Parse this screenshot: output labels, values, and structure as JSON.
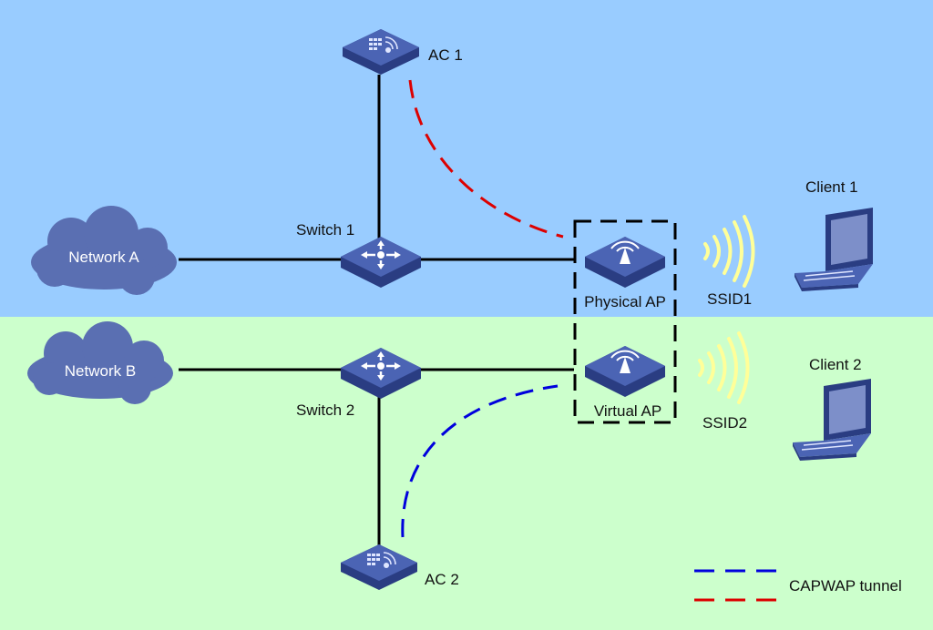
{
  "zones": [
    {
      "id": "zone-a",
      "color": "#99ccff"
    },
    {
      "id": "zone-b",
      "color": "#ccffcc"
    }
  ],
  "networks": {
    "network_a": {
      "label": "Network A",
      "color": "#5a6fb2"
    },
    "network_b": {
      "label": "Network B",
      "color": "#5a6fb2"
    }
  },
  "switches": {
    "switch_1": {
      "label": "Switch 1"
    },
    "switch_2": {
      "label": "Switch 2"
    }
  },
  "controllers": {
    "ac_1": {
      "label": "AC 1"
    },
    "ac_2": {
      "label": "AC 2"
    }
  },
  "access_points": {
    "physical_ap": {
      "label": "Physical AP"
    },
    "virtual_ap": {
      "label": "Virtual AP"
    }
  },
  "ssids": {
    "ssid1": {
      "label": "SSID1"
    },
    "ssid2": {
      "label": "SSID2"
    }
  },
  "clients": {
    "client_1": {
      "label": "Client 1"
    },
    "client_2": {
      "label": "Client 2"
    }
  },
  "legend": {
    "capwap_label": "CAPWAP tunnel",
    "tunnel_colors": [
      "#0000dd",
      "#dd0000"
    ]
  },
  "colors": {
    "device_top": "#4b64b4",
    "device_side": "#2a3d82",
    "link": "#000000",
    "wave": "#ffff99"
  }
}
